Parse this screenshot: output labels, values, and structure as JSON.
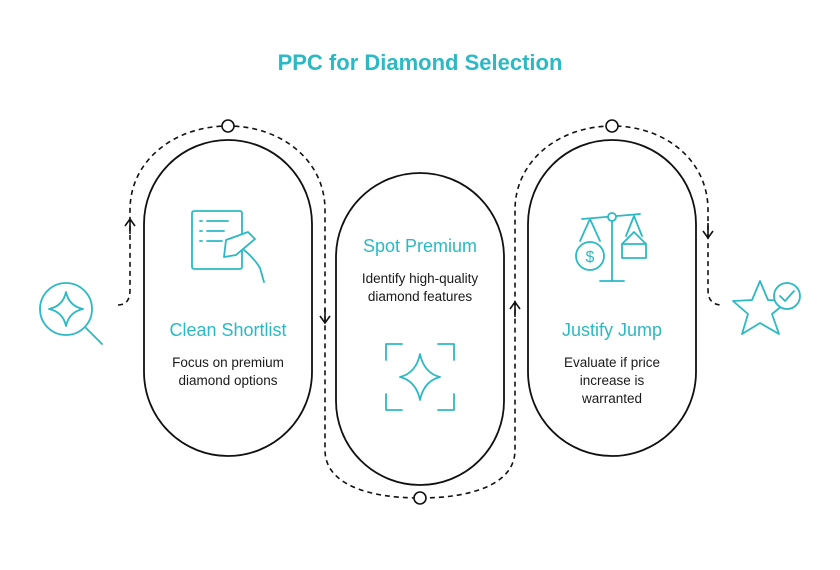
{
  "title": "PPC for Diamond Selection",
  "colors": {
    "accent": "#2bb9c4",
    "text": "#1a1a1a",
    "outline": "#111111"
  },
  "steps": [
    {
      "title": "Clean Shortlist",
      "desc_lines": [
        "Focus on premium",
        "diamond options"
      ],
      "icon": "checklist-pen-icon"
    },
    {
      "title": "Spot Premium",
      "desc_lines": [
        "Identify high-quality",
        "diamond features"
      ],
      "icon": "sparkle-focus-icon"
    },
    {
      "title": "Justify Jump",
      "desc_lines": [
        "Evaluate if price",
        "increase is",
        "warranted"
      ],
      "icon": "balance-scale-icon"
    }
  ],
  "start_icon": "magnifier-sparkle-icon",
  "end_icon": "star-check-icon"
}
